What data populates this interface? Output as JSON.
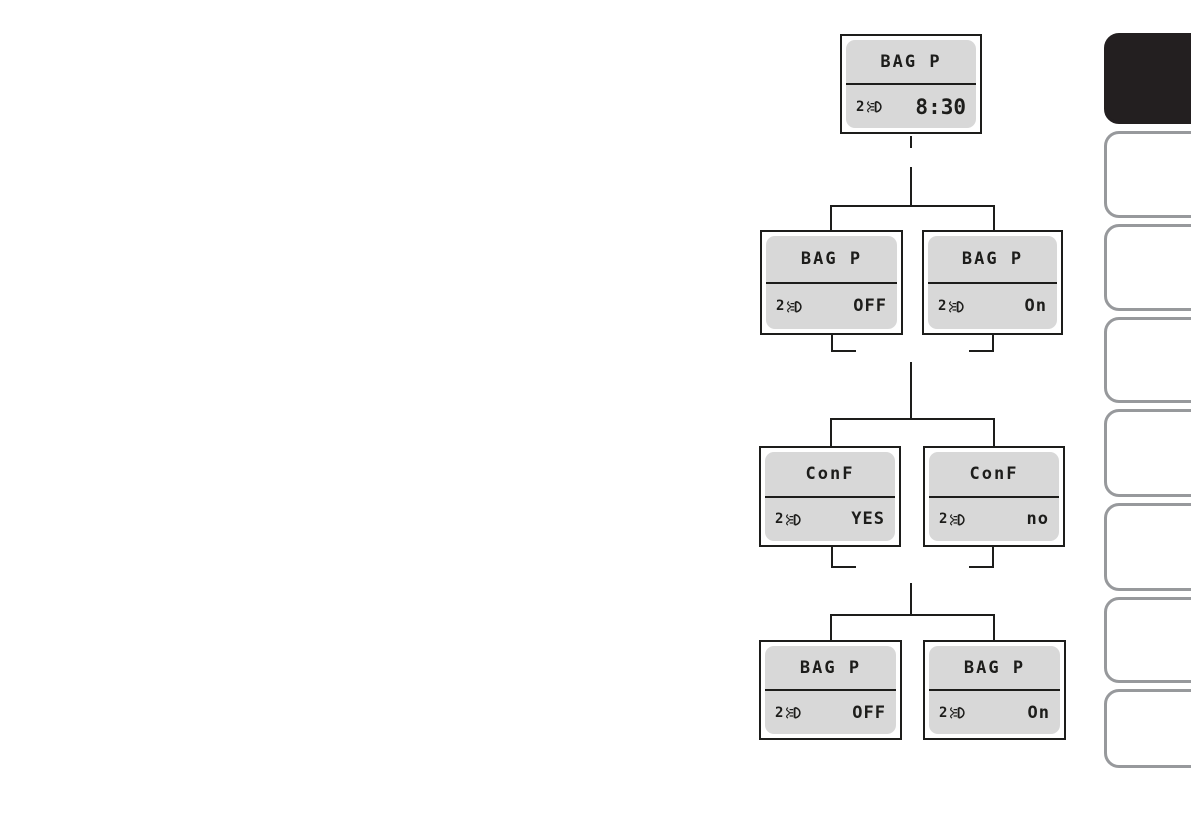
{
  "colors": {
    "page_bg": "#ffffff",
    "lcd_bg": "#d8d8d8",
    "lcd_text": "#1d1d1b",
    "connector_line": "#1d1d1b",
    "tab_border": "#97999c",
    "active_tab_bg": "#231f20"
  },
  "diagram": {
    "nodes": [
      {
        "id": "bagp-initial",
        "title": "BAG P",
        "indicator": "2",
        "value": "8:30"
      },
      {
        "id": "bagp-option-off",
        "title": "BAG P",
        "indicator": "2",
        "value": "OFF"
      },
      {
        "id": "bagp-option-on",
        "title": "BAG P",
        "indicator": "2",
        "value": "On"
      },
      {
        "id": "confirm-yes",
        "title": "ConF",
        "indicator": "2",
        "value": "YES"
      },
      {
        "id": "confirm-no",
        "title": "ConF",
        "indicator": "2",
        "value": "no"
      },
      {
        "id": "bagp-result-off",
        "title": "BAG P",
        "indicator": "2",
        "value": "OFF"
      },
      {
        "id": "bagp-result-on",
        "title": "BAG P",
        "indicator": "2",
        "value": "On"
      }
    ]
  },
  "sidebar": {
    "tab_count": 8,
    "active_tab_index": 0
  }
}
